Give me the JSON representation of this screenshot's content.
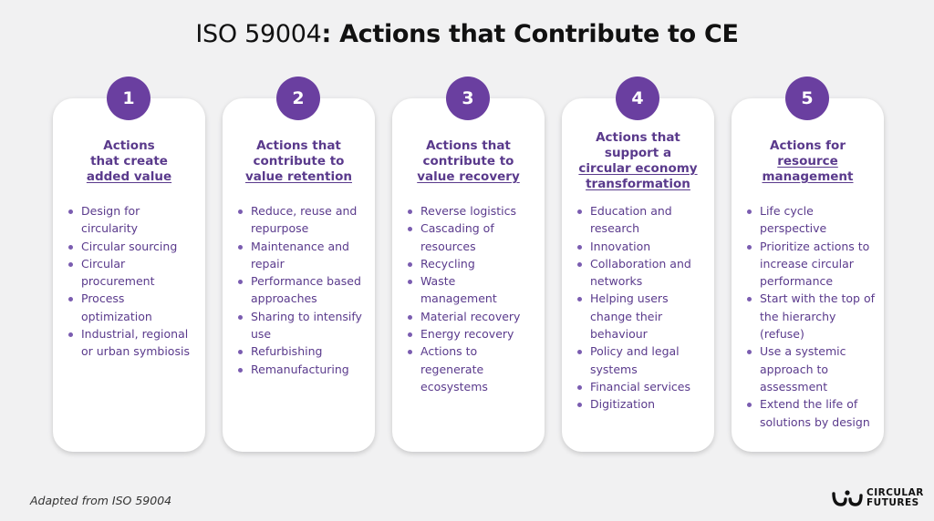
{
  "title": {
    "prefix": "ISO 59004",
    "bold": ": Actions that Contribute to CE"
  },
  "cards": [
    {
      "number": "1",
      "heading": [
        "Actions",
        "that create"
      ],
      "heading_underlined": [
        "added value"
      ],
      "items": [
        "Design for circularity",
        "Circular sourcing",
        "Circular procurement",
        "Process optimization",
        "Industrial, regional or urban symbiosis"
      ]
    },
    {
      "number": "2",
      "heading": [
        "Actions that",
        "contribute to"
      ],
      "heading_underlined": [
        "value retention"
      ],
      "items": [
        "Reduce, reuse and repurpose",
        "Maintenance and repair",
        "Performance based approaches",
        "Sharing to intensify use",
        "Refurbishing",
        "Remanufacturing"
      ]
    },
    {
      "number": "3",
      "heading": [
        "Actions that",
        "contribute to"
      ],
      "heading_underlined": [
        "value recovery"
      ],
      "items": [
        "Reverse logistics",
        "Cascading of resources",
        "Recycling",
        "Waste management",
        "Material recovery",
        "Energy recovery",
        "Actions to regenerate ecosystems"
      ]
    },
    {
      "number": "4",
      "heading": [
        "Actions that",
        "support a"
      ],
      "heading_underlined": [
        "circular economy",
        "transformation"
      ],
      "items": [
        "Education and research",
        "Innovation",
        "Collaboration and networks",
        "Helping users change their behaviour",
        "Policy and legal systems",
        "Financial services",
        "Digitization"
      ]
    },
    {
      "number": "5",
      "heading": [
        "Actions for"
      ],
      "heading_underlined": [
        "resource",
        "management"
      ],
      "items": [
        "Life cycle perspective",
        "Prioritize actions to increase circular performance",
        "Start with the top of the hierarchy (refuse)",
        "Use a systemic approach to assessment",
        "Extend the life of solutions by design"
      ]
    }
  ],
  "footer": {
    "note": "Adapted from ISO 59004",
    "logo_line1": "CIRCULAR",
    "logo_line2": "FUTURES"
  },
  "colors": {
    "accent": "#6a3fa0",
    "text_purple": "#5a3a8c",
    "background": "#f1f1f2"
  }
}
